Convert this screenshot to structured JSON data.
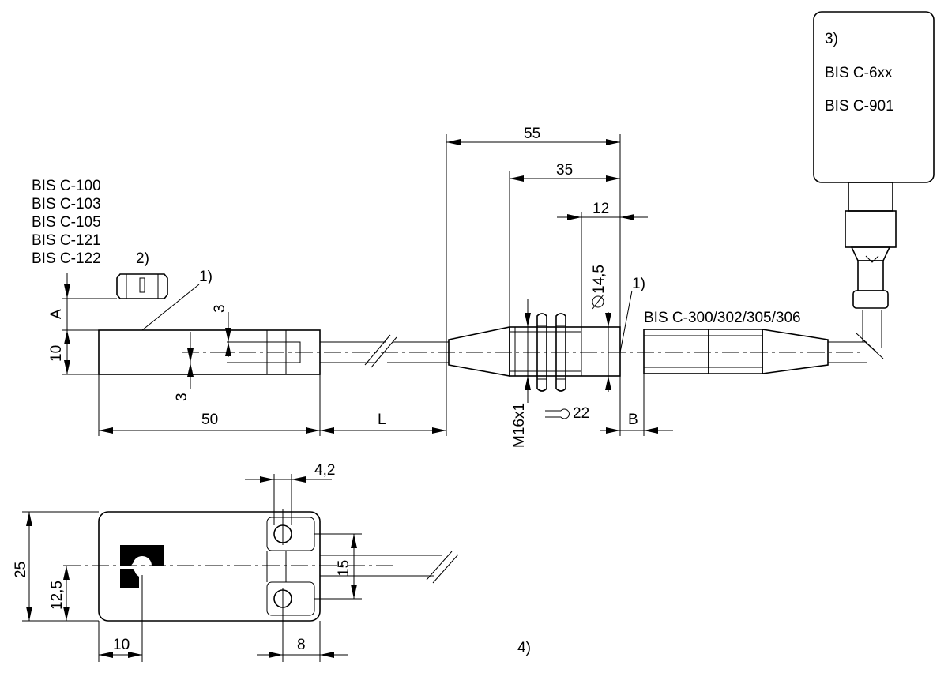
{
  "model_list": [
    "BIS C-100",
    "BIS C-103",
    "BIS C-105",
    "BIS C-121",
    "BIS C-122"
  ],
  "notes": {
    "n1": "1)",
    "n2": "2)",
    "n3": "3)",
    "n4": "4)"
  },
  "box_models": [
    "BIS C-6xx",
    "BIS C-901"
  ],
  "connector_label": "BIS C-300/302/305/306",
  "dimensions": {
    "d55": "55",
    "d35": "35",
    "d12": "12",
    "d50": "50",
    "dL": "L",
    "dB": "B",
    "dA": "A",
    "d10": "10",
    "d3a": "3",
    "d3b": "3",
    "d14_5": "14,5",
    "m16": "M16x1",
    "w22": "22",
    "d4_2": "4,2",
    "d25": "25",
    "d12_5": "12,5",
    "d15": "15",
    "d10b": "10",
    "d8": "8"
  }
}
